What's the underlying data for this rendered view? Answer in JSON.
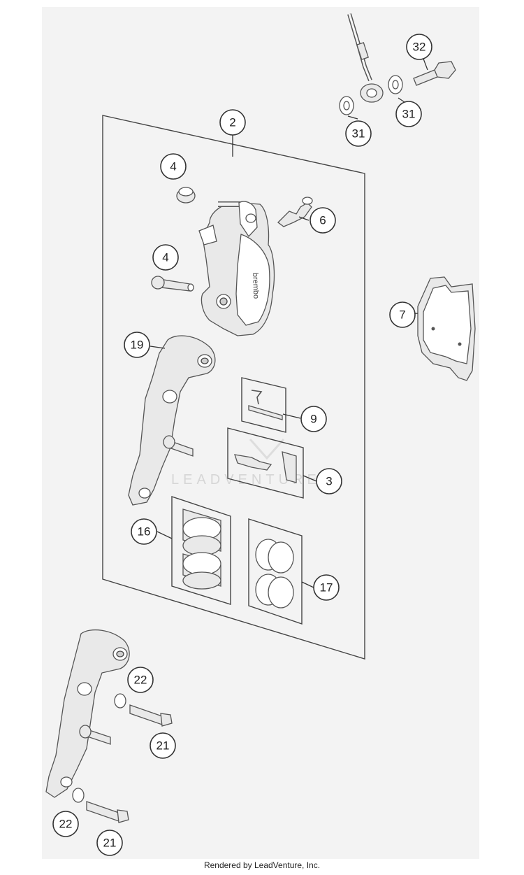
{
  "diagram": {
    "watermark": "LEADVENTURE",
    "caliper_brand": "brembo",
    "callouts": {
      "c2": "2",
      "c3": "3",
      "c4a": "4",
      "c4b": "4",
      "c6": "6",
      "c7": "7",
      "c9": "9",
      "c16": "16",
      "c17": "17",
      "c19": "19",
      "c21a": "21",
      "c21b": "21",
      "c22a": "22",
      "c22b": "22",
      "c31a": "31",
      "c31b": "31",
      "c32": "32"
    }
  },
  "footer": {
    "text": "Rendered by LeadVenture, Inc."
  }
}
